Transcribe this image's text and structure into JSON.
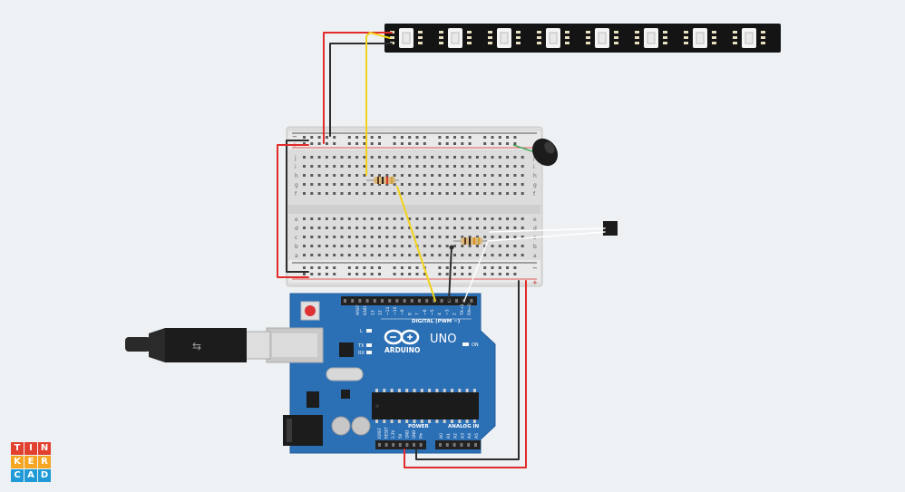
{
  "arduino": {
    "brand": "ARDUINO",
    "model": "UNO",
    "digital_label": "DIGITAL (PWM ~)",
    "power_label": "POWER",
    "analog_label": "ANALOG IN",
    "on_label": "ON",
    "tx_label": "TX",
    "rx_label": "RX",
    "l_label": "L",
    "digital_pins": [
      "AREF",
      "GND",
      "13",
      "12",
      "~11",
      "~10",
      "~9",
      "8",
      "7",
      "~6",
      "~5",
      "4",
      "~3",
      "2",
      "TX→1",
      "RX←0"
    ],
    "power_pins": [
      "IOREF",
      "RESET",
      "3.3V",
      "5V",
      "GND",
      "GND",
      "Vin"
    ],
    "analog_pins": [
      "A0",
      "A1",
      "A2",
      "A3",
      "A4",
      "A5"
    ]
  },
  "breadboard": {
    "top_row_letters": [
      "j",
      "i",
      "h",
      "g",
      "f"
    ],
    "bottom_row_letters": [
      "e",
      "d",
      "c",
      "b",
      "a"
    ],
    "plus_label": "+",
    "minus_label": "−",
    "column_count": 30
  },
  "logo": {
    "letters": [
      "T",
      "I",
      "N",
      "K",
      "E",
      "R",
      "C",
      "A",
      "D"
    ],
    "colors": [
      "#e2412f",
      "#e2412f",
      "#e2412f",
      "#f5a623",
      "#f5a623",
      "#f5a623",
      "#1f9ad6",
      "#1f9ad6",
      "#1f9ad6"
    ]
  },
  "colors": {
    "board": "#2b6fb5",
    "wire_red": "#e22b2b",
    "wire_black": "#2d2d2d",
    "wire_yellow": "#f2d21a",
    "led_strip": "#141414",
    "breadboard": "#e4e4e4"
  }
}
